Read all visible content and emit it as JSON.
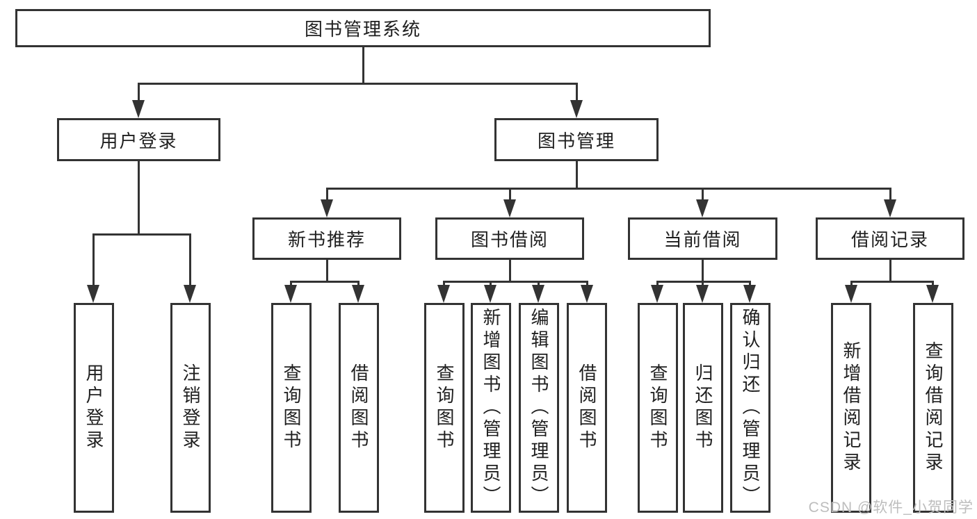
{
  "tree": {
    "root": {
      "label": "图书管理系统"
    },
    "branches": [
      {
        "label": "用户登录",
        "children": [
          {
            "label": "用户登录"
          },
          {
            "label": "注销登录"
          }
        ]
      },
      {
        "label": "图书管理",
        "children": [
          {
            "label": "新书推荐",
            "children": [
              {
                "label": "查询图书"
              },
              {
                "label": "借阅图书"
              }
            ]
          },
          {
            "label": "图书借阅",
            "children": [
              {
                "label": "查询图书"
              },
              {
                "label": "新增图书（管理员）"
              },
              {
                "label": "编辑图书（管理员）"
              },
              {
                "label": "借阅图书"
              }
            ]
          },
          {
            "label": "当前借阅",
            "children": [
              {
                "label": "查询图书"
              },
              {
                "label": "归还图书"
              },
              {
                "label": "确认归还（管理员）"
              }
            ]
          },
          {
            "label": "借阅记录",
            "children": [
              {
                "label": "新增借阅记录"
              },
              {
                "label": "查询借阅记录"
              }
            ]
          }
        ]
      }
    ]
  },
  "watermark": {
    "text": "CSDN @软件_小贺同学"
  },
  "colors": {
    "line": "#333333",
    "box_border": "#333333",
    "background": "#ffffff",
    "text": "#1f1f1f",
    "watermark": "#bdbdbd"
  }
}
